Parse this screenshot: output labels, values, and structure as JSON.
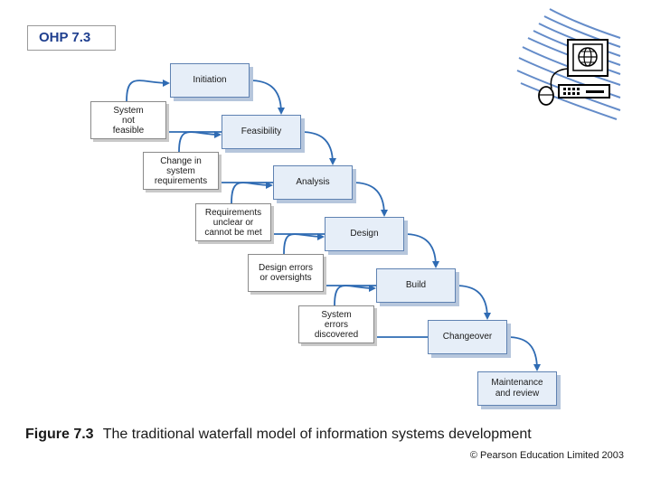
{
  "slide": {
    "ohp_label": "OHP 7.3",
    "figure_number": "Figure 7.3",
    "figure_title": "The traditional waterfall model of information systems development",
    "copyright": "© Pearson Education Limited 2003"
  },
  "stages": [
    {
      "label": "Initiation"
    },
    {
      "label": "Feasibility"
    },
    {
      "label": "Analysis"
    },
    {
      "label": "Design"
    },
    {
      "label": "Build"
    },
    {
      "label": "Changeover"
    },
    {
      "label": "Maintenance\nand review"
    }
  ],
  "feedback": [
    {
      "label": "System\nnot\nfeasible"
    },
    {
      "label": "Change in\nsystem\nrequirements"
    },
    {
      "label": "Requirements\nunclear or\ncannot be met"
    },
    {
      "label": "Design errors\nor oversights"
    },
    {
      "label": "System\nerrors\ndiscovered"
    }
  ],
  "colors": {
    "arrow": "#2f6bb3",
    "stage_fill": "#e6eef8",
    "stage_border": "#5f82b2",
    "ohp_text": "#1f3f8f"
  },
  "icons": [
    "computer-icon"
  ]
}
